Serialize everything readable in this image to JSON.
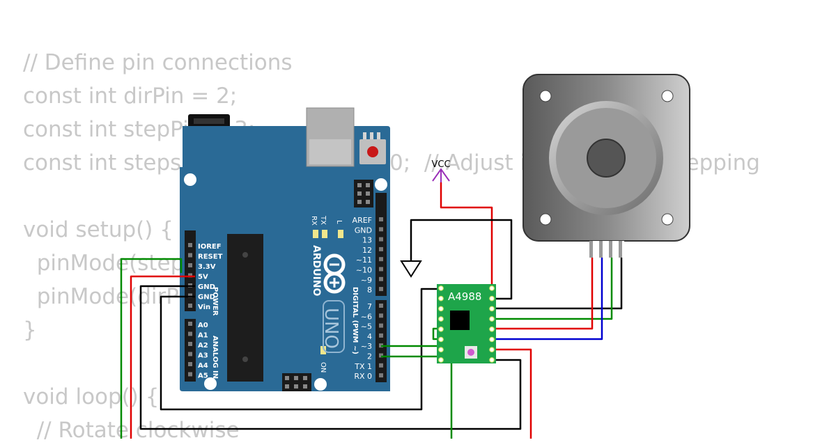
{
  "code_lines": [
    "// Define pin connections",
    "const int dirPin = 2;",
    "const int stepPin = 3;",
    "const int stepsPerRevolution = 200;  // Adjust if using microstepping",
    "",
    "void setup() {",
    "  pinMode(stepPin, OUTPUT);",
    "  pinMode(dirPin, OUTPUT);",
    "}",
    "",
    "void loop() {",
    "  // Rotate clockwise"
  ],
  "arduino": {
    "brand": "ARDUINO",
    "model": "UNO",
    "power_title": "POWER",
    "analog_title": "ANALOG IN",
    "digital_title": "DIGITAL (PWM ~)",
    "on_label": "ON",
    "rx_led": "RX",
    "tx_led": "TX",
    "l_led": "L",
    "power_pins": [
      "IOREF",
      "RESET",
      "3.3V",
      "5V",
      "GND",
      "GND",
      "Vin"
    ],
    "analog_pins": [
      "A0",
      "A1",
      "A2",
      "A3",
      "A4",
      "A5"
    ],
    "digital_top": [
      "AREF",
      "GND",
      "13",
      "12",
      "~11",
      "~10",
      "~9",
      "8"
    ],
    "digital_bottom": [
      "7",
      "~6",
      "~5",
      "4",
      "~3",
      "2",
      "TX 1",
      "RX 0"
    ]
  },
  "driver": {
    "label": "A4988"
  },
  "vcc": {
    "label": "VCC"
  },
  "colors": {
    "board": "#2a6a96",
    "wire_red": "#e00000",
    "wire_green": "#008a00",
    "wire_blue": "#0000d0",
    "wire_black": "#000000",
    "vcc_purple": "#9a2fb8",
    "driver_green": "#1ea54a",
    "code_gray": "#c8c8c8"
  }
}
